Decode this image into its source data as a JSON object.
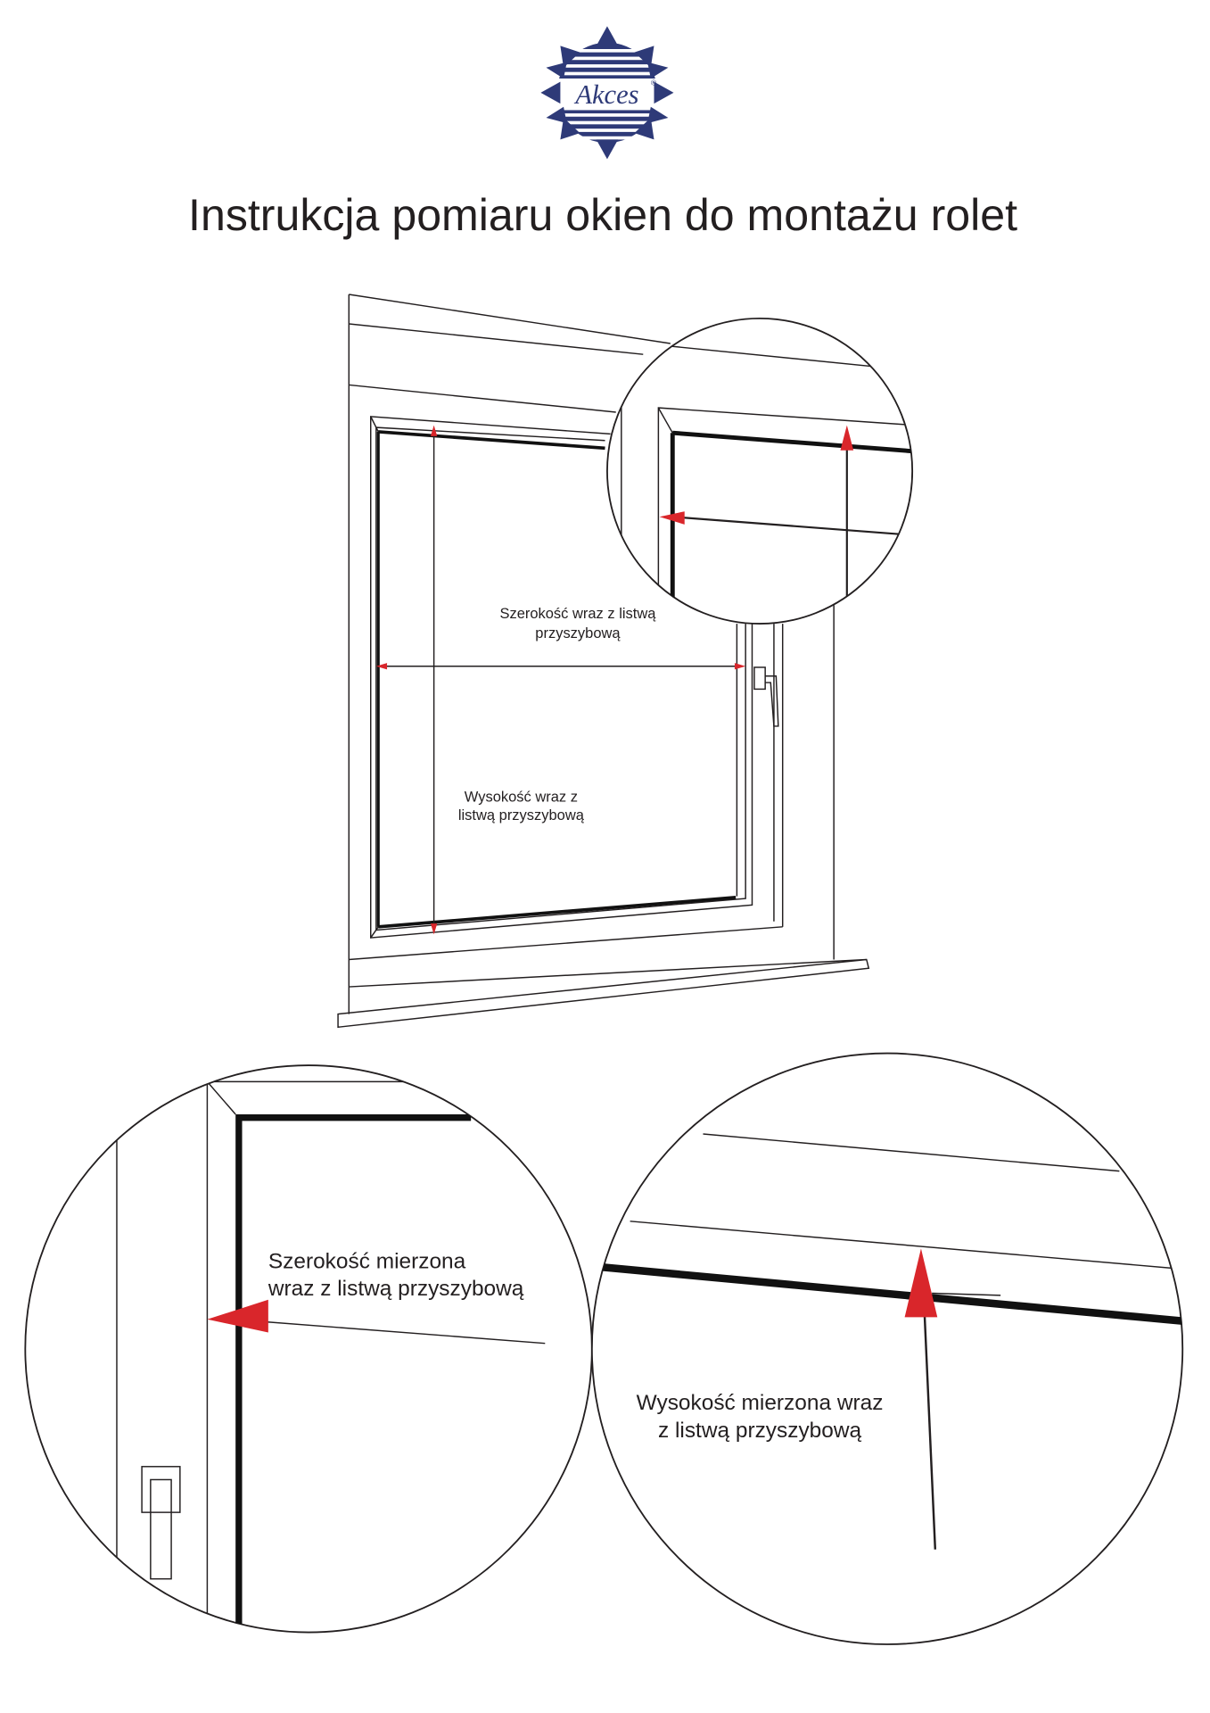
{
  "logo": {
    "text": "Akces",
    "mark": "®"
  },
  "title": "Instrukcja pomiaru okien do montażu rolet",
  "main_diagram": {
    "width_label": [
      "Szerokość wraz z listwą",
      "przyszybową"
    ],
    "height_label": [
      "Wysokość wraz z",
      "listwą przyszybową"
    ]
  },
  "detail_width": {
    "label": [
      "Szerokość mierzona",
      "wraz z listwą przyszybową"
    ]
  },
  "detail_height": {
    "label": [
      "Wysokość mierzona wraz",
      "z listwą przyszybową"
    ]
  },
  "colors": {
    "logo": "#2e3a78",
    "arrow": "#d9262b",
    "line": "#231f20"
  }
}
